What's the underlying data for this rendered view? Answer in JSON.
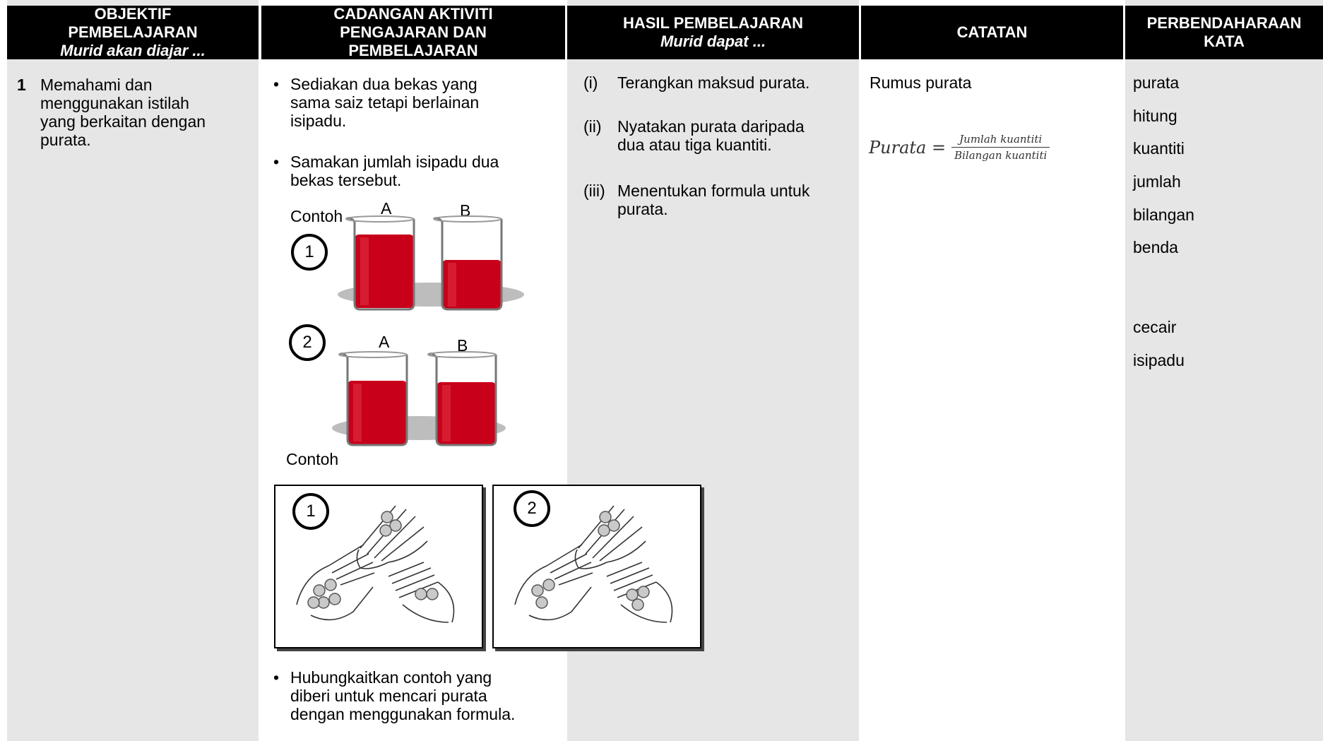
{
  "headers": {
    "objektif": {
      "line1": "OBJEKTIF",
      "line2": "PEMBELAJARAN",
      "sub": "Murid akan diajar ..."
    },
    "cadangan": {
      "line1": "CADANGAN AKTIVITI",
      "line2": "PENGAJARAN DAN",
      "line3": "PEMBELAJARAN"
    },
    "hasil": {
      "line1": "HASIL PEMBELAJARAN",
      "sub": "Murid dapat ..."
    },
    "catatan": {
      "line1": "CATATAN"
    },
    "perbendaharaan": {
      "line1": "PERBENDAHARAAN",
      "line2": "KATA"
    }
  },
  "objektif": {
    "number": "1",
    "lines": [
      "Memahami dan",
      "menggunakan istilah",
      "yang berkaitan dengan",
      "purata."
    ]
  },
  "cadangan": {
    "bullet1": [
      "Sediakan dua bekas yang",
      "sama saiz tetapi berlainan",
      "isipadu."
    ],
    "bullet2": [
      "Samakan jumlah isipadu dua",
      "bekas tersebut."
    ],
    "contoh_label_1": "Contoh",
    "contoh_label_2": "Contoh",
    "beaker_a": "A",
    "beaker_b": "B",
    "example1_num": "1",
    "example2_num": "2",
    "coin_example1_num": "1",
    "coin_example2_num": "2",
    "bullet3": [
      "Hubungkaitkan contoh yang",
      "diberi untuk mencari purata",
      "dengan menggunakan formula."
    ]
  },
  "hasil": {
    "items": [
      {
        "num": "(i)",
        "lines": [
          "Terangkan maksud purata."
        ]
      },
      {
        "num": "(ii)",
        "lines": [
          "Nyatakan purata daripada",
          "dua atau tiga kuantiti."
        ]
      },
      {
        "num": "(iii)",
        "lines": [
          "Menentukan formula untuk",
          "purata."
        ]
      }
    ]
  },
  "catatan": {
    "title": "Rumus purata",
    "formula_lhs": "Purata =",
    "formula_num": "Jumlah kuantiti",
    "formula_den": "Bilangan kuantiti"
  },
  "perbendaharaan": {
    "words": [
      "purata",
      "hitung",
      "kuantiti",
      "jumlah",
      "bilangan",
      "benda",
      "cecair",
      "isipadu"
    ]
  },
  "colors": {
    "header_bg": "#000000",
    "shade": "#e6e6e6",
    "liquid": "#c8001a"
  }
}
